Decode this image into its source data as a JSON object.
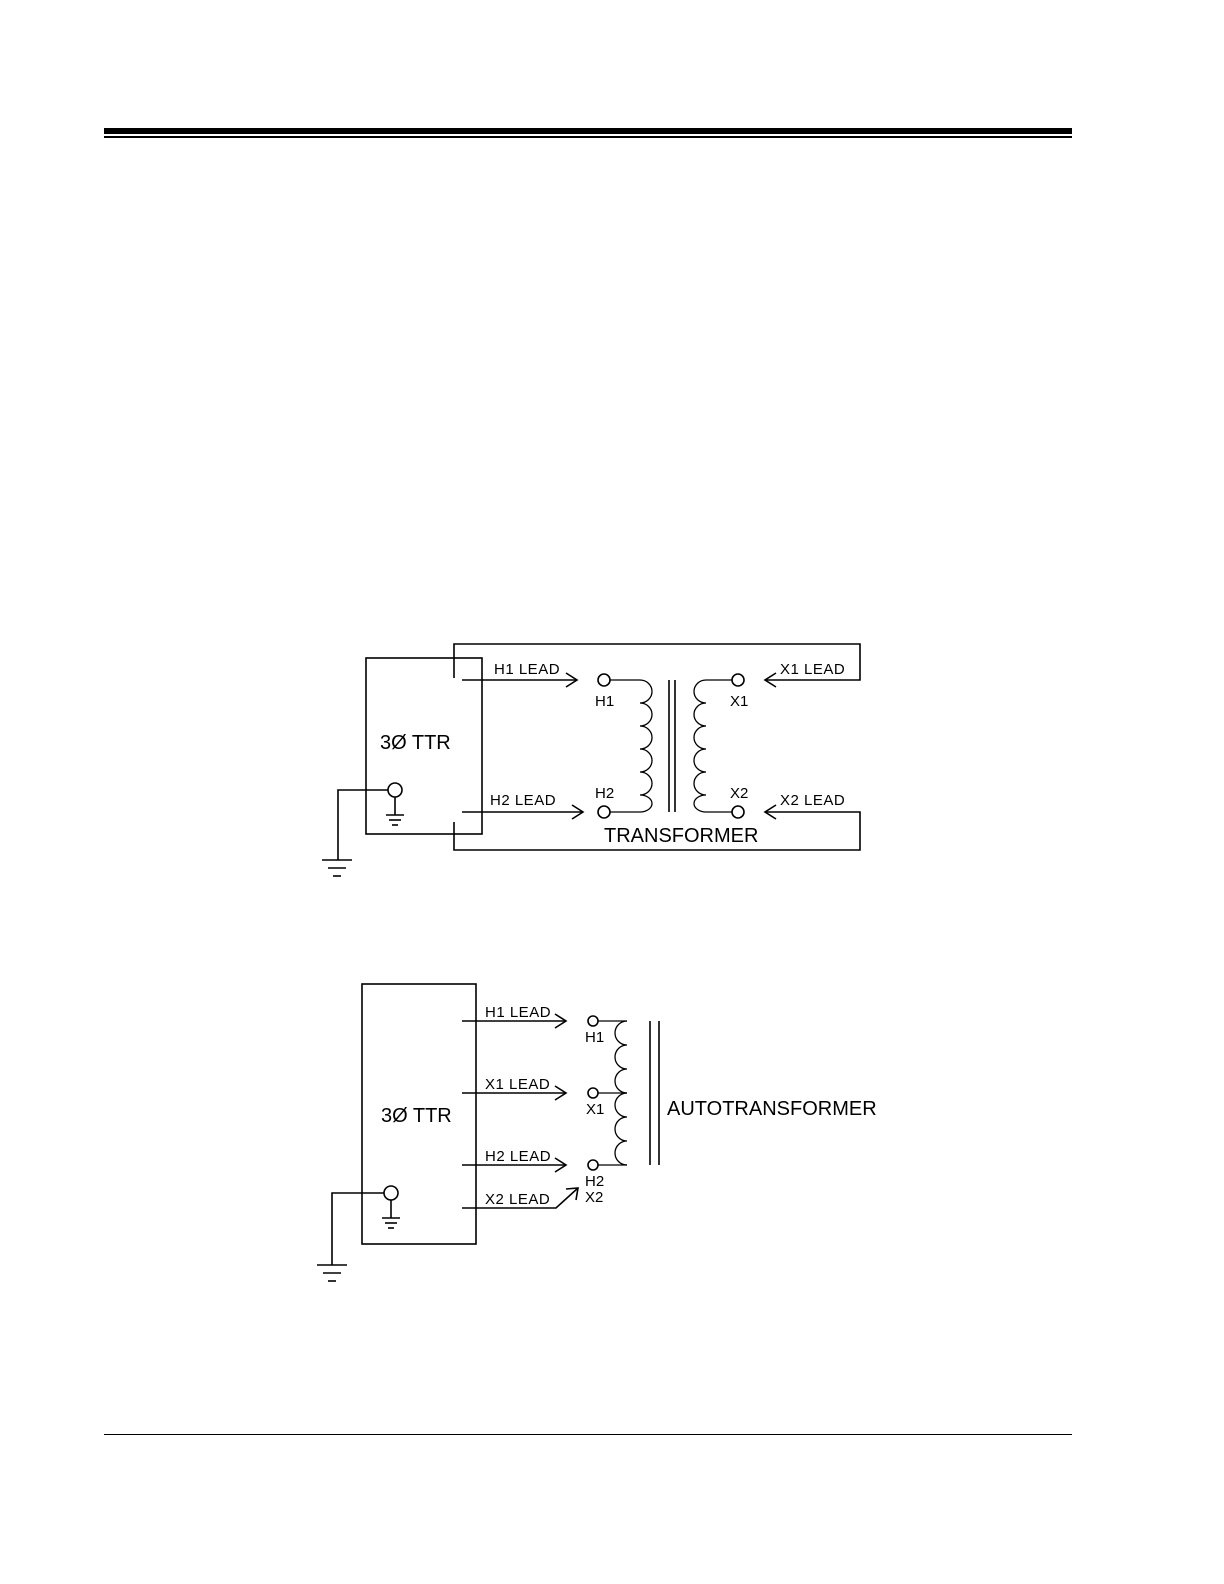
{
  "diagram1": {
    "instrument_label": "3Ø TTR",
    "lead_h1": "H1 LEAD",
    "lead_h2": "H2 LEAD",
    "lead_x1": "X1 LEAD",
    "lead_x2": "X2 LEAD",
    "terminal_h1": "H1",
    "terminal_h2": "H2",
    "terminal_x1": "X1",
    "terminal_x2": "X2",
    "device_label": "TRANSFORMER"
  },
  "diagram2": {
    "instrument_label": "3Ø TTR",
    "lead_h1": "H1 LEAD",
    "lead_x1": "X1 LEAD",
    "lead_h2": "H2 LEAD",
    "lead_x2": "X2 LEAD",
    "terminal_h1": "H1",
    "terminal_x1": "X1",
    "terminal_h2": "H2",
    "terminal_x2": "X2",
    "device_label": "AUTOTRANSFORMER"
  }
}
